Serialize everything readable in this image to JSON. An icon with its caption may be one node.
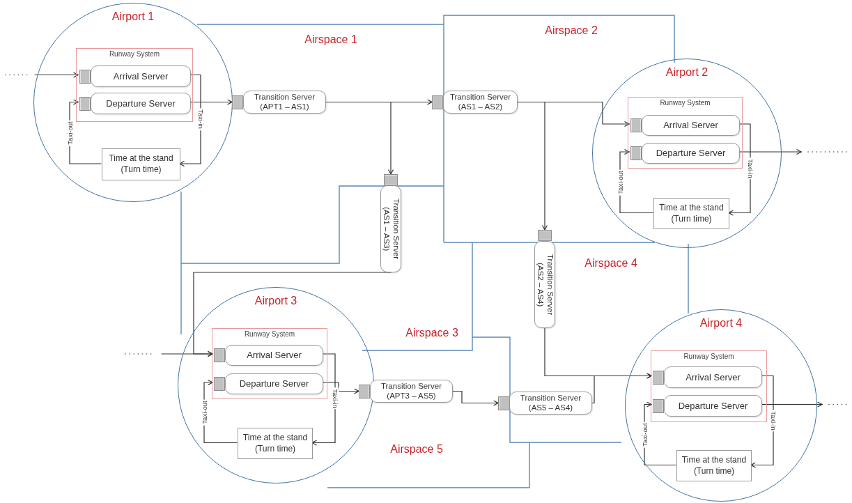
{
  "diagram": {
    "nodes": [
      {
        "text": [
          "Airport 1"
        ]
      },
      {
        "text": [
          "Runway System"
        ],
        "in": 0
      },
      {
        "text": [
          "Arrival Server"
        ],
        "in": 1
      },
      {
        "text": [
          "Departure Server"
        ],
        "in": 1
      },
      {
        "text": [
          "Time at the stand (Turn time)"
        ],
        "in": 0
      },
      {
        "text": [
          "Transition Server (APT1 – AS1)"
        ]
      },
      {
        "text": [
          "Transition Server (AS1 – AS2)"
        ]
      },
      {
        "text": [
          "Airport 2"
        ]
      },
      {
        "text": [
          "Runway System"
        ],
        "in": 7
      },
      {
        "text": [
          "Arrival Server"
        ],
        "in": 8
      },
      {
        "text": [
          "Departure Server"
        ],
        "in": 8
      },
      {
        "text": [
          "Time at the stand (Turn time)"
        ],
        "in": 7
      },
      {
        "text": [
          "Transition Server (AS1 – AS3)"
        ]
      },
      {
        "text": [
          "Transition Server (AS2 – AS4)"
        ]
      },
      {
        "text": [
          "Airport 3"
        ]
      },
      {
        "text": [
          "Runway System"
        ],
        "in": 14
      },
      {
        "text": [
          "Arrival Server"
        ],
        "in": 15
      },
      {
        "text": [
          "Departure Server"
        ],
        "in": 15
      },
      {
        "text": [
          "Time at the stand (Turn time)"
        ],
        "in": 14
      },
      {
        "text": [
          "Transition Server (APT3 – AS5)"
        ]
      },
      {
        "text": [
          "Transition Server (AS5 – AS4)"
        ]
      },
      {
        "text": [
          "Airport 4"
        ]
      },
      {
        "text": [
          "Runway System"
        ],
        "in": 21
      },
      {
        "text": [
          "Arrival Server"
        ],
        "in": 22
      },
      {
        "text": [
          "Departure Server"
        ],
        "in": 22
      },
      {
        "text": [
          "Time at the stand (Turn time)"
        ],
        "in": 21
      }
    ],
    "edges": [
      {
        "from": null,
        "to": 2,
        "arrow": "to"
      },
      {
        "from": 2,
        "to": 4,
        "arrow": "to",
        "label": "Taxi-in"
      },
      {
        "from": 4,
        "to": 3,
        "arrow": "to",
        "label": "Taxi-out"
      },
      {
        "from": 3,
        "to": 5,
        "arrow": "to"
      },
      {
        "from": 5,
        "to": 6,
        "arrow": "to"
      },
      {
        "from": 5,
        "to": 12,
        "arrow": "to"
      },
      {
        "from": 6,
        "to": 9,
        "arrow": "to"
      },
      {
        "from": 6,
        "to": 13,
        "arrow": "to"
      },
      {
        "from": 9,
        "to": 11,
        "arrow": "to",
        "label": "Taxi-in"
      },
      {
        "from": 11,
        "to": 10,
        "arrow": "to",
        "label": "Taxi-out"
      },
      {
        "from": 10,
        "to": null,
        "arrow": "to"
      },
      {
        "from": null,
        "to": 16,
        "arrow": "to"
      },
      {
        "from": 12,
        "to": 16,
        "arrow": "to"
      },
      {
        "from": 16,
        "to": 18,
        "arrow": "to",
        "label": "Taxi-in"
      },
      {
        "from": 18,
        "to": 17,
        "arrow": "to",
        "label": "Taxi-out"
      },
      {
        "from": 17,
        "to": 19,
        "arrow": "to"
      },
      {
        "from": 19,
        "to": 20,
        "arrow": "to"
      },
      {
        "from": 13,
        "to": 23,
        "arrow": "to"
      },
      {
        "from": 20,
        "to": 23,
        "arrow": "to"
      },
      {
        "from": 23,
        "to": 25,
        "arrow": "to",
        "label": "Taxi-in"
      },
      {
        "from": 25,
        "to": 24,
        "arrow": "to",
        "label": "Taxi-out"
      },
      {
        "from": 24,
        "to": null,
        "arrow": "to"
      }
    ],
    "labels": [
      "Airspace 1",
      "Airspace 2",
      "Airspace 4",
      "Airspace 3",
      "Airspace 5"
    ]
  }
}
